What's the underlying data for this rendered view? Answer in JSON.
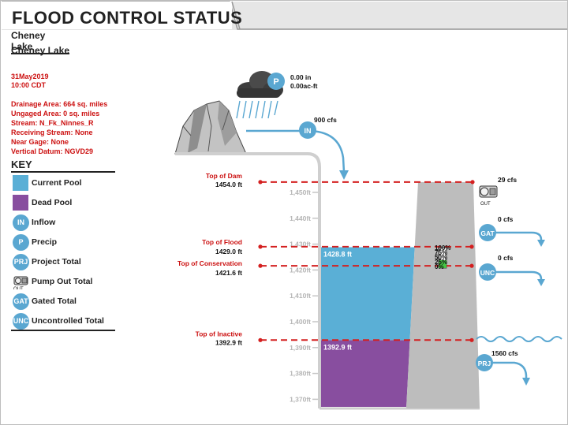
{
  "header": {
    "title": "FLOOD CONTROL STATUS"
  },
  "project": {
    "name": "Cheney Lake",
    "subtitle": "Cheney Lake"
  },
  "report": {
    "date": "31May2019",
    "time": "10:00 CDT"
  },
  "info": [
    "Drainage Area: 664 sq. miles",
    "Ungaged Area: 0 sq. miles",
    "Stream: N_Fk_Ninnes_R",
    "Receiving Stream: None",
    "Near Gage: None",
    "Vertical Datum: NGVD29"
  ],
  "key": {
    "title": "KEY",
    "items": [
      {
        "label": "Current Pool",
        "color": "#5aafd6"
      },
      {
        "label": "Dead Pool",
        "color": "#884e9f"
      },
      {
        "label": "Inflow",
        "icon": "IN"
      },
      {
        "label": "Precip",
        "icon": "P"
      },
      {
        "label": "Project Total",
        "icon": "PRJ"
      },
      {
        "label": "Pump Out Total",
        "icon": "pump-icon"
      },
      {
        "label": "Gated Total",
        "icon": "GAT"
      },
      {
        "label": "Uncontrolled Total",
        "icon": "UNC"
      }
    ]
  },
  "precip": {
    "icon": "P",
    "inches": "0.00 in",
    "acft": "0.00ac-ft"
  },
  "inflow": {
    "icon": "IN",
    "value": "900 cfs"
  },
  "pump": {
    "value": "29 cfs",
    "sublabel": "OUT"
  },
  "gated": {
    "icon": "GAT",
    "value": "0 cfs"
  },
  "uncontrolled": {
    "icon": "UNC",
    "value": "0 cfs"
  },
  "project_total": {
    "icon": "PRJ",
    "value": "1560 cfs"
  },
  "levels": {
    "top_of_dam": {
      "label": "Top of Dam",
      "value": "1454.0 ft"
    },
    "top_of_flood": {
      "label": "Top of Flood",
      "value": "1429.0 ft"
    },
    "top_of_conservation": {
      "label": "Top of Conservation",
      "value": "1421.6 ft"
    },
    "top_of_inactive": {
      "label": "Top of Inactive",
      "value": "1392.9 ft"
    }
  },
  "pool": {
    "current_label": "1428.8 ft",
    "dead_label": "1392.9 ft",
    "current_elev_ft": 1428.8,
    "inactive_elev_ft": 1392.9
  },
  "axis": {
    "ticks": [
      "1,450ft",
      "1,440ft",
      "1,430ft",
      "1,420ft",
      "1,410ft",
      "1,400ft",
      "1,390ft",
      "1,380ft",
      "1,370ft"
    ]
  },
  "storage_pct": [
    "100%",
    "75%",
    "50%",
    "25%",
    "0%"
  ],
  "colors": {
    "current_pool": "#5aafd6",
    "dead_pool": "#884e9f",
    "level_line": "#d42020",
    "icon_blue": "#5aa7d1",
    "dam": "#bdbdbd"
  }
}
